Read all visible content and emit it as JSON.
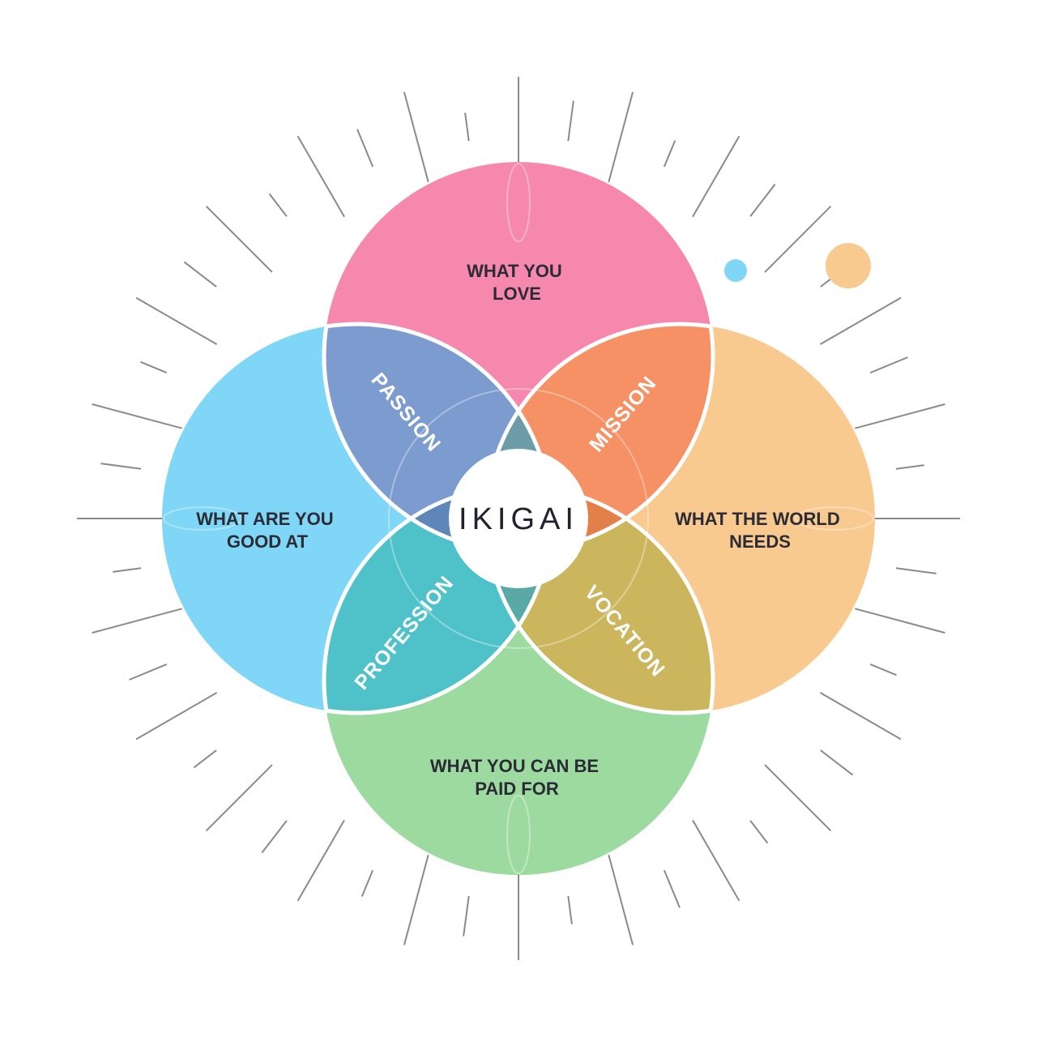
{
  "title": "IKIGAI",
  "circles": {
    "love": {
      "line1": "WHAT YOU",
      "line2": "LOVE",
      "color": "#F688AE"
    },
    "good": {
      "line1": "WHAT ARE YOU",
      "line2": "GOOD AT",
      "color": "#7FD6F6"
    },
    "world": {
      "line1": "WHAT THE WORLD",
      "line2": "NEEDS",
      "color": "#F9CA8F"
    },
    "paid": {
      "line1": "WHAT YOU CAN BE",
      "line2": "PAID FOR",
      "color": "#9DDAA0"
    }
  },
  "overlaps": {
    "passion": {
      "label": "PASSION",
      "color": "#7C9BCF"
    },
    "mission": {
      "label": "MISSION",
      "color": "#F59165"
    },
    "profession": {
      "label": "PROFESSION",
      "color": "#4FC2C9"
    },
    "vocation": {
      "label": "VOCATION",
      "color": "#CBB65E"
    }
  },
  "decor_dots": [
    {
      "name": "blue-dot",
      "color": "#7FD6F6"
    },
    {
      "name": "orange-dot",
      "color": "#F9CA8F"
    }
  ]
}
